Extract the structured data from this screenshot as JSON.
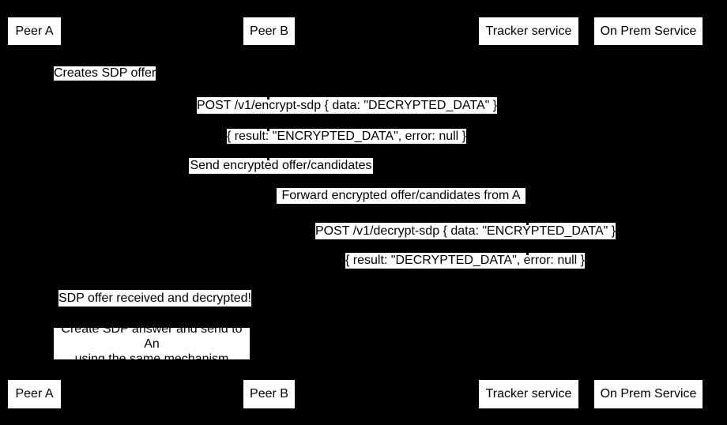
{
  "diagram": {
    "type": "sequence-diagram",
    "background_color": "#000000",
    "box_background_color": "#ffffff",
    "text_color": "#000000"
  },
  "actors": [
    {
      "label": "Peer A"
    },
    {
      "label": "Peer B"
    },
    {
      "label": "Tracker service"
    },
    {
      "label": "On Prem Service"
    }
  ],
  "messages": [
    {
      "text": "Creates SDP offer"
    },
    {
      "text": "POST /v1/encrypt-sdp { data: \"DECRYPTED_DATA\" }"
    },
    {
      "text": "{ result: \"ENCRYPTED_DATA\", error: null }"
    },
    {
      "text": "Send encrypted offer/candidates"
    },
    {
      "text": "Forward encrypted offer/candidates from A"
    },
    {
      "text": "POST /v1/decrypt-sdp { data: \"ENCRYPTED_DATA\" }"
    },
    {
      "text": "{ result: \"DECRYPTED_DATA\", error: null }"
    },
    {
      "text": "SDP offer received and decrypted!"
    }
  ],
  "note": {
    "line1": "Create SDP answer and send to An",
    "line2": "using the same mechanism"
  }
}
